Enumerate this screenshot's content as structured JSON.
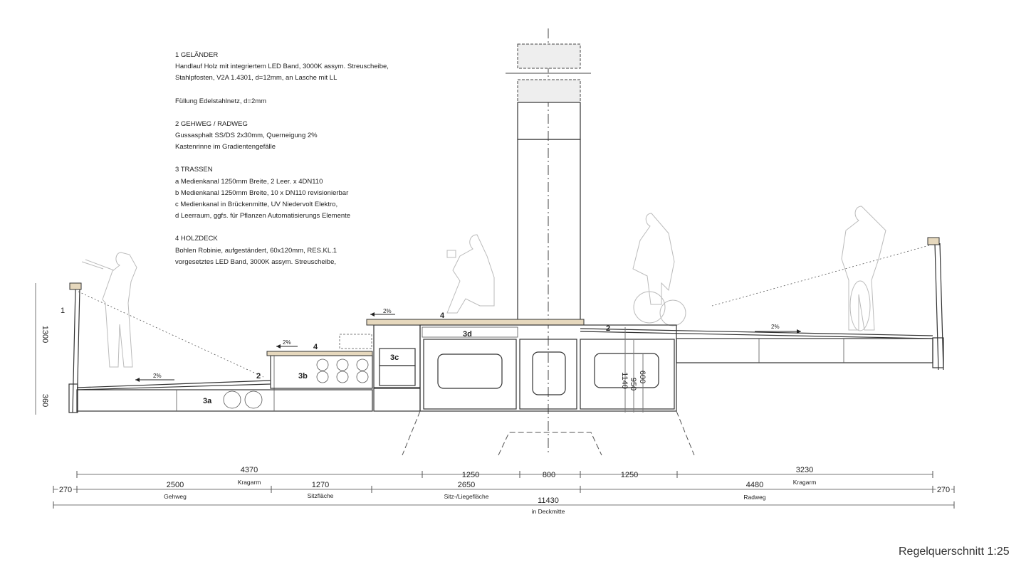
{
  "notes": {
    "n1_title": "1 GELÄNDER",
    "n1_l1": "Handlauf Holz mit integriertem LED Band, 3000K assym. Streuscheibe,",
    "n1_l2": "Stahlpfosten, V2A 1.4301, d=12mm, an Lasche mit LL",
    "n1_l3": "Füllung Edelstahlnetz, d=2mm",
    "n2_title": "2 GEHWEG / RADWEG",
    "n2_l1": "Gussasphalt SS/DS 2x30mm, Querneigung 2%",
    "n2_l2": "Kastenrinne im Gradientengefälle",
    "n3_title": "3 TRASSEN",
    "n3_a": "a Medienkanal 1250mm Breite, 2 Leer. x 4DN110",
    "n3_b": "b Medienkanal 1250mm Breite, 10 x DN110 revisionierbar",
    "n3_c": "c Medienkanal in Brückenmitte, UV Niedervolt Elektro,",
    "n3_d": "d Leerraum, ggfs. für Pflanzen Automatisierungs Elemente",
    "n4_title": "4 HOLZDECK",
    "n4_l1": "Bohlen Robinie, aufgeständert, 60x120mm, RES.KL.1",
    "n4_l2": "vorgesetztes LED Band, 3000K assym. Streuscheibe,"
  },
  "labels": {
    "l1": "1",
    "l2a": "2",
    "l2b": "2",
    "l3a": "3a",
    "l3b": "3b",
    "l3c": "3c",
    "l3d": "3d",
    "l4a": "4",
    "l4b": "4"
  },
  "slopes": {
    "s1": "2%",
    "s2": "2%",
    "s3": "2%",
    "s4": "2%"
  },
  "vdims": {
    "h1300": "1300",
    "h360": "360",
    "h1140": "1140",
    "h950": "950",
    "h600": "600"
  },
  "dims": {
    "row1": [
      {
        "v": "4370",
        "sub": "Kragarm"
      },
      {
        "v": "1250"
      },
      {
        "v": "800"
      },
      {
        "v": "1250"
      },
      {
        "v": "3230",
        "sub": "Kragarm"
      }
    ],
    "row2": [
      {
        "v": "270"
      },
      {
        "v": "2500",
        "sub": "Gehweg"
      },
      {
        "v": "1270",
        "sub": "Sitzfläche"
      },
      {
        "v": "2650",
        "sub": "Sitz-/Liegefläche"
      },
      {
        "v": "4480",
        "sub": "Radweg"
      },
      {
        "v": "270"
      }
    ],
    "row3": [
      {
        "v": "11430",
        "sub": "in Deckmitte"
      }
    ]
  },
  "title": "Regelquerschnitt 1:25"
}
